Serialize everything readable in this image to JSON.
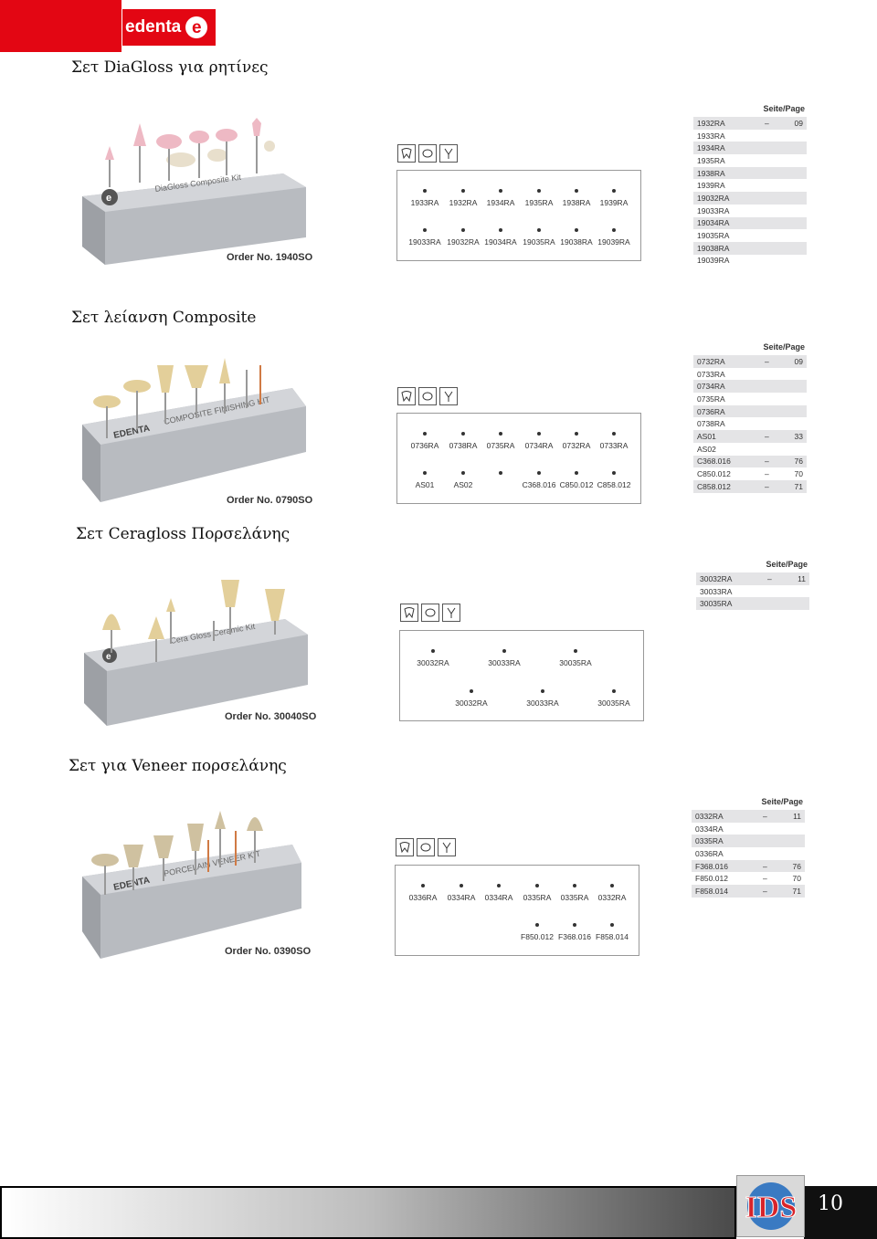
{
  "brand": {
    "logo_text": "edenta",
    "logo_mark": "e"
  },
  "footer": {
    "logo_text": "IDS",
    "page_number": "10"
  },
  "page_header": {
    "col_label": "Seite/Page"
  },
  "sections": [
    {
      "title": "Σετ DiaGloss για ρητίνες",
      "order": "Order No. 1940SO",
      "kit_label": "DiaGloss Composite Kit",
      "diagram_top": [
        "1933RA",
        "1932RA",
        "1934RA",
        "1935RA",
        "1938RA",
        "1939RA"
      ],
      "diagram_bottom": [
        "19033RA",
        "19032RA",
        "19034RA",
        "19035RA",
        "19038RA",
        "19039RA"
      ],
      "rows": [
        [
          "1932RA",
          "–",
          "09"
        ],
        [
          "1933RA",
          "",
          ""
        ],
        [
          "1934RA",
          "",
          ""
        ],
        [
          "1935RA",
          "",
          ""
        ],
        [
          "1938RA",
          "",
          ""
        ],
        [
          "1939RA",
          "",
          ""
        ],
        [
          "19032RA",
          "",
          ""
        ],
        [
          "19033RA",
          "",
          ""
        ],
        [
          "19034RA",
          "",
          ""
        ],
        [
          "19035RA",
          "",
          ""
        ],
        [
          "19038RA",
          "",
          ""
        ],
        [
          "19039RA",
          "",
          ""
        ]
      ]
    },
    {
      "title": "Σετ λείανση Composite",
      "order": "Order No. 0790SO",
      "kit_label": "COMPOSITE FINISHING KIT",
      "diagram_top": [
        "0736RA",
        "0738RA",
        "0735RA",
        "0734RA",
        "0732RA",
        "0733RA"
      ],
      "diagram_bottom": [
        "AS01",
        "AS02",
        "",
        "C368.016",
        "C850.012",
        "C858.012"
      ],
      "rows": [
        [
          "0732RA",
          "–",
          "09"
        ],
        [
          "0733RA",
          "",
          ""
        ],
        [
          "0734RA",
          "",
          ""
        ],
        [
          "0735RA",
          "",
          ""
        ],
        [
          "0736RA",
          "",
          ""
        ],
        [
          "0738RA",
          "",
          ""
        ],
        [
          "AS01",
          "–",
          "33"
        ],
        [
          "AS02",
          "",
          ""
        ],
        [
          "C368.016",
          "–",
          "76"
        ],
        [
          "C850.012",
          "–",
          "70"
        ],
        [
          "C858.012",
          "–",
          "71"
        ]
      ]
    },
    {
      "title": "Σετ Ceragloss Πορσελάνης",
      "order": "Order No. 30040SO",
      "kit_label": "Cera Gloss Ceramic Kit",
      "diagram_top": [
        "30032RA",
        "30033RA",
        "30035RA"
      ],
      "diagram_bottom": [
        "30032RA",
        "30033RA",
        "30035RA"
      ],
      "rows": [
        [
          "30032RA",
          "–",
          "11"
        ],
        [
          "30033RA",
          "",
          ""
        ],
        [
          "30035RA",
          "",
          ""
        ]
      ]
    },
    {
      "title": "Σετ για Veneer πορσελάνης",
      "order": "Order No. 0390SO",
      "kit_label": "PORCELAIN VENEER KIT",
      "diagram_top": [
        "0336RA",
        "0334RA",
        "0334RA",
        "0335RA",
        "0335RA",
        "0332RA"
      ],
      "diagram_bottom": [
        "F850.012",
        "F368.016",
        "F858.014"
      ],
      "rows": [
        [
          "0332RA",
          "–",
          "11"
        ],
        [
          "0334RA",
          "",
          ""
        ],
        [
          "0335RA",
          "",
          ""
        ],
        [
          "0336RA",
          "",
          ""
        ],
        [
          "F368.016",
          "–",
          "76"
        ],
        [
          "F850.012",
          "–",
          "70"
        ],
        [
          "F858.014",
          "–",
          "71"
        ]
      ]
    }
  ]
}
